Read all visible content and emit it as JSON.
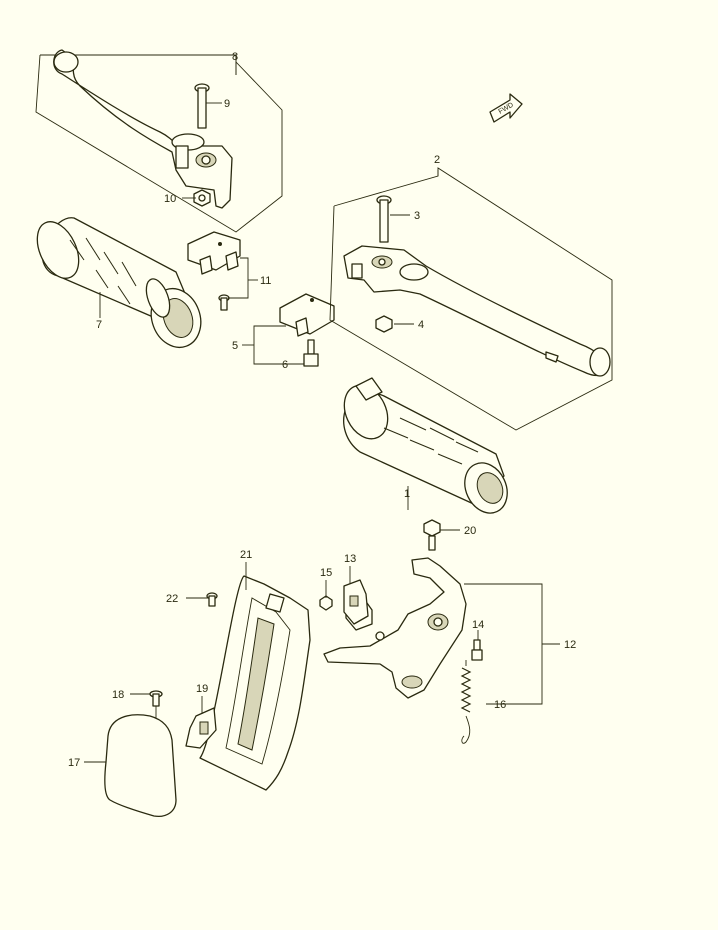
{
  "fwd_label": "FWD",
  "callouts": {
    "c1": "1",
    "c2": "2",
    "c3": "3",
    "c4": "4",
    "c5": "5",
    "c6": "6",
    "c7": "7",
    "c8": "8",
    "c9": "9",
    "c10": "10",
    "c11": "11",
    "c12": "12",
    "c13": "13",
    "c14": "14",
    "c15": "15",
    "c16": "16",
    "c17": "17",
    "c18": "18",
    "c19": "19",
    "c20": "20",
    "c21": "21",
    "c22": "22"
  },
  "colors": {
    "background": "#fffff0",
    "ink": "#2a2a10",
    "shade": "#d8d6b8"
  }
}
